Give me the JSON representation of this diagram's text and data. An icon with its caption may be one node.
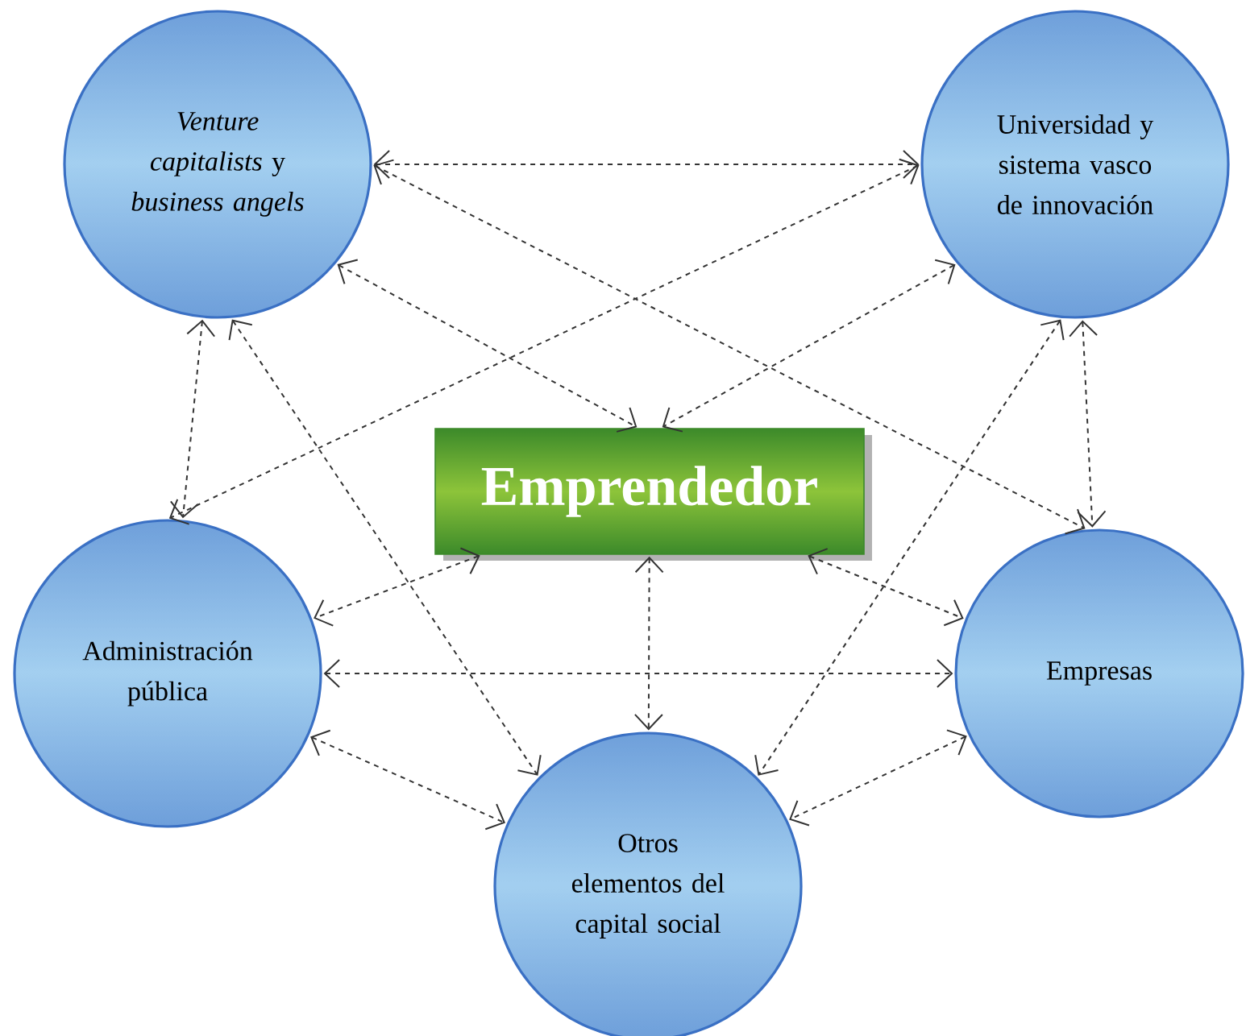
{
  "diagram": {
    "nodes": [
      {
        "text": [
          "*Venture capitalists* y *business angels*"
        ]
      },
      {
        "text": [
          "Universidad y sistema vasco de innovación"
        ]
      },
      {
        "text": [
          "Emprendedor"
        ]
      },
      {
        "text": [
          "Administración pública"
        ]
      },
      {
        "text": [
          "Empresas"
        ]
      },
      {
        "text": [
          "Otros elementos del capital social"
        ]
      }
    ],
    "edges": [
      {
        "from": 0,
        "to": 1,
        "arrow": "both"
      },
      {
        "from": 0,
        "to": 2,
        "arrow": "both"
      },
      {
        "from": 0,
        "to": 3,
        "arrow": "both"
      },
      {
        "from": 0,
        "to": 4,
        "arrow": "both"
      },
      {
        "from": 0,
        "to": 5,
        "arrow": "both"
      },
      {
        "from": 1,
        "to": 2,
        "arrow": "both"
      },
      {
        "from": 1,
        "to": 3,
        "arrow": "both"
      },
      {
        "from": 1,
        "to": 4,
        "arrow": "both"
      },
      {
        "from": 1,
        "to": 5,
        "arrow": "both"
      },
      {
        "from": 2,
        "to": 3,
        "arrow": "both"
      },
      {
        "from": 2,
        "to": 4,
        "arrow": "both"
      },
      {
        "from": 2,
        "to": 5,
        "arrow": "both"
      },
      {
        "from": 3,
        "to": 4,
        "arrow": "both"
      },
      {
        "from": 3,
        "to": 5,
        "arrow": "both"
      },
      {
        "from": 4,
        "to": 5,
        "arrow": "both"
      }
    ]
  }
}
